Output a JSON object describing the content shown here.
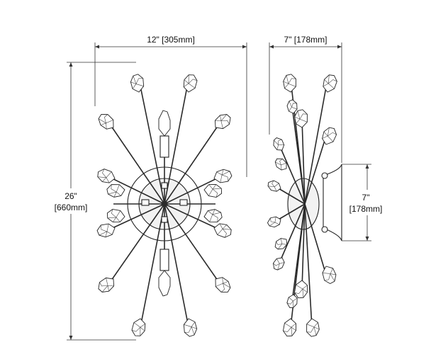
{
  "dimensions": {
    "front_width_label": "12\" [305mm]",
    "side_width_label": "7\" [178mm]",
    "height_label_imperial": "26\"",
    "height_label_metric": "[660mm]",
    "backplate_label_imperial": "7\"",
    "backplate_label_metric": "[178mm]"
  },
  "views": {
    "front": "front-elevation",
    "side": "side-elevation"
  },
  "colors": {
    "line": "#222222",
    "background": "#ffffff"
  }
}
